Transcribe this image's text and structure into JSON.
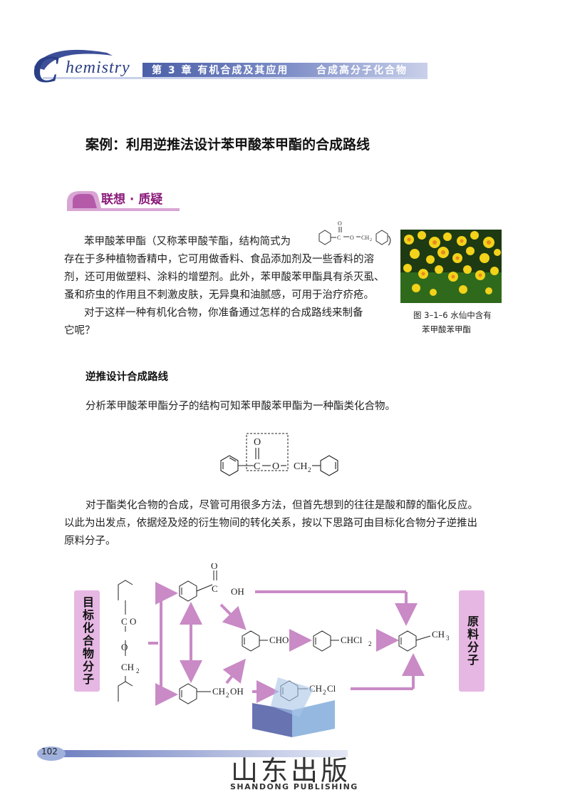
{
  "header": {
    "logo_c": "C",
    "logo_rest": "hemistry",
    "chapter": "第 3 章  有机合成及其应用",
    "section": "合成高分子化合物"
  },
  "case_title": "案例：利用逆推法设计苯甲酸苯甲酯的合成路线",
  "section_label": "联想 · 质疑",
  "intro": {
    "line1_a": "苯甲酸苯甲酯（又称苯甲酸苄酯，结构简式为",
    "line1_b": "）",
    "line2": "存在于多种植物香精中，它可用做香料、食品添加剂及一些香料的溶",
    "line3": "剂，还可用做塑料、涂料的增塑剂。此外，苯甲酸苯甲酯具有杀灭虱、",
    "line4": "蚤和疥虫的作用且不刺激皮肤，无异臭和油腻感，可用于治疗疥疮。",
    "line5": "对于这样一种有机化合物，你准备通过怎样的合成路线来制备",
    "line6": "它呢？"
  },
  "figure_caption": {
    "line1": "图 3–1–6  水仙中含有",
    "line2": "苯甲酸苯甲酯"
  },
  "subheading": "逆推设计合成路线",
  "analysis": "分析苯甲酸苯甲酯分子的结构可知苯甲酸苯甲酯为一种酯类化合物。",
  "body": {
    "line1": "对于酯类化合物的合成，尽管可用很多方法，但首先想到的往往是酸和醇的酯化反应。",
    "line2": "以此为出发点，依据烃及烃的衍生物间的转化关系，按以下思路可由目标化合物分子逆推出",
    "line3": "原料分子。"
  },
  "scheme": {
    "target_label": "目标化合物分子",
    "raw_label": "原料分子",
    "o": "O",
    "c": "C",
    "oh": "OH",
    "cho": "CHO",
    "chcl2": "CHCl",
    "sub2": "2",
    "ch3": "CH",
    "sub3": "3",
    "ch2oh_a": "CH",
    "ch2oh_b": "OH",
    "ch2cl_a": "CH",
    "ch2cl_b": "Cl",
    "ch2": "CH",
    "colors": {
      "arrow": "#c98ac6",
      "box": "#e6b7e3"
    }
  },
  "struct_small": {
    "o": "O",
    "c": "C",
    "ch2": "CH",
    "sub": "2"
  },
  "page_number": "102",
  "publisher": {
    "cn": "山东出版",
    "en": "SHANDONG PUBLISHING"
  }
}
